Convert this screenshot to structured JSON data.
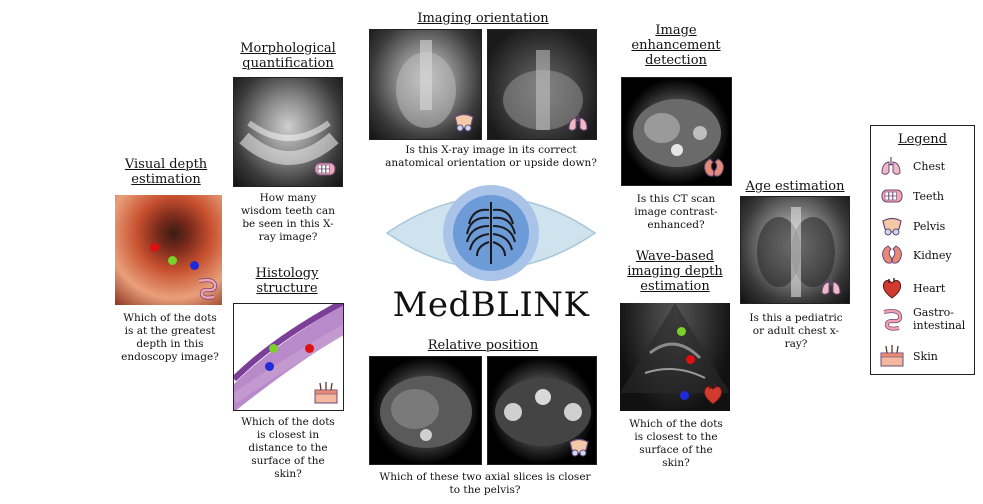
{
  "center": {
    "title": "MedBLINK"
  },
  "tasks": {
    "imaging_orientation": {
      "title": "Imaging orientation",
      "question": "Is this X-ray image in its correct anatomical orientation or upside down?"
    },
    "morphological": {
      "title": "Morphological quantification",
      "question": "How many wisdom teeth can be seen in this X-ray image?"
    },
    "visual_depth": {
      "title": "Visual depth estimation",
      "question": "Which of the dots is at the greatest depth in this endoscopy image?"
    },
    "histology": {
      "title": "Histology structure",
      "question": "Which of the dots is closest in distance to the surface of the skin?"
    },
    "relative_position": {
      "title": "Relative position",
      "question": "Which of these two axial slices is closer to the pelvis?"
    },
    "enhancement": {
      "title": "Image enhancement detection",
      "question": "Is this CT scan image contrast-enhanced?"
    },
    "wave_depth": {
      "title": "Wave-based imaging depth estimation",
      "question": "Which of the dots is closest to the surface of the skin?"
    },
    "age": {
      "title": "Age estimation",
      "question": "Is this a pediatric or adult chest x-ray?"
    }
  },
  "legend": {
    "title": "Legend",
    "items": [
      {
        "label": "Chest",
        "icon": "lungs-icon"
      },
      {
        "label": "Teeth",
        "icon": "teeth-icon"
      },
      {
        "label": "Pelvis",
        "icon": "pelvis-icon"
      },
      {
        "label": "Kidney",
        "icon": "kidney-icon"
      },
      {
        "label": "Heart",
        "icon": "heart-icon"
      },
      {
        "label": "Gastro-intestinal",
        "icon": "intestine-icon"
      },
      {
        "label": "Skin",
        "icon": "skin-icon"
      }
    ]
  },
  "colors": {
    "dot_red": "#e01010",
    "dot_green": "#7ad12a",
    "dot_blue": "#1f2bd8",
    "eye_blue": "#6d9bd8",
    "eye_light": "#cfe3ef"
  }
}
